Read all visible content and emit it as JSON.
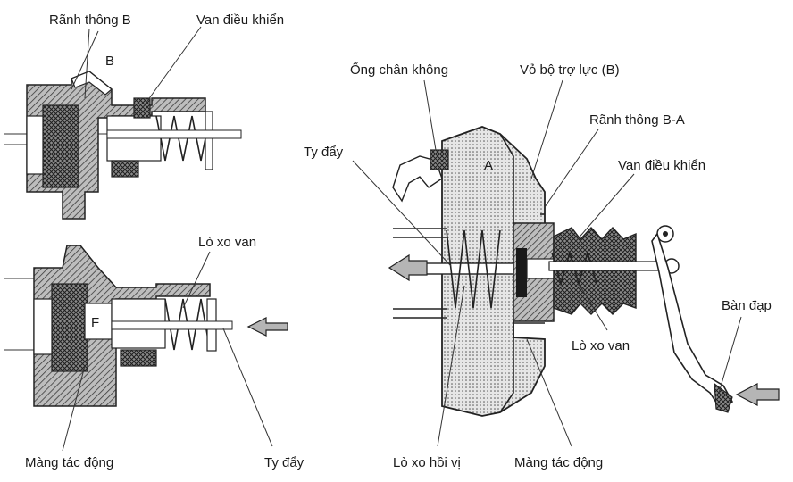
{
  "colors": {
    "ink": "#1a1a1a",
    "paper": "#ffffff",
    "hatch": "#555555"
  },
  "left_top": {
    "label_ranh_thong_b": "Rãnh thông B",
    "label_van_dieu_khien": "Van điều khiển",
    "label_b": "B"
  },
  "left_bottom": {
    "label_lo_xo_van": "Lò xo van",
    "label_f": "F",
    "label_mang_tac_dong": "Màng tác động",
    "label_ty_day": "Ty đẩy"
  },
  "right": {
    "label_ong_chan_khong": "Ống chân không",
    "label_vo_bo_tro_luc": "Vỏ bộ trợ lực (B)",
    "label_ranh_thong_ba": "Rãnh thông B-A",
    "label_ty_day": "Ty đẩy",
    "label_a": "A",
    "label_van_dieu_khien": "Van điều khiển",
    "label_ban_dap": "Bàn đạp",
    "label_lo_xo_van": "Lò xo van",
    "label_lo_xo_hoi_vi": "Lò xo hồi vị",
    "label_mang_tac_dong": "Màng tác động"
  }
}
